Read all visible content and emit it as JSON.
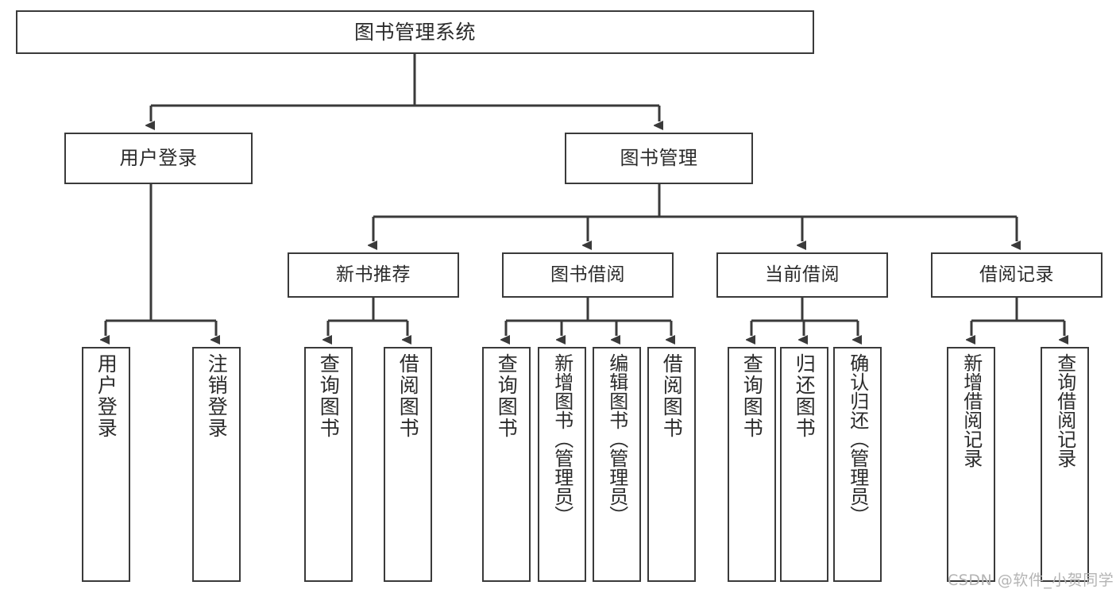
{
  "diagram": {
    "title": "图书管理系统",
    "type": "hierarchy-tree",
    "root": {
      "label": "图书管理系统"
    },
    "level2": [
      {
        "label": "用户登录"
      },
      {
        "label": "图书管理"
      }
    ],
    "level3": [
      {
        "label": "新书推荐"
      },
      {
        "label": "图书借阅"
      },
      {
        "label": "当前借阅"
      },
      {
        "label": "借阅记录"
      }
    ],
    "leaves": {
      "user_login": [
        {
          "label": "用户登录"
        },
        {
          "label": "注销登录"
        }
      ],
      "new_book_recommend": [
        {
          "label": "查询图书"
        },
        {
          "label": "借阅图书"
        }
      ],
      "book_borrow": [
        {
          "label": "查询图书"
        },
        {
          "label": "新增图书（管理员）"
        },
        {
          "label": "编辑图书（管理员）"
        },
        {
          "label": "借阅图书"
        }
      ],
      "current_borrow": [
        {
          "label": "查询图书"
        },
        {
          "label": "归还图书"
        },
        {
          "label": "确认归还（管理员）"
        }
      ],
      "borrow_record": [
        {
          "label": "新增借阅记录"
        },
        {
          "label": "查询借阅记录"
        }
      ]
    }
  },
  "watermark": {
    "text": "CSDN @软件_小贺同学"
  },
  "colors": {
    "stroke": "#3a3a3a",
    "fill": "#ffffff",
    "text": "#2b2b2b",
    "watermark": "#b4b4b4"
  }
}
